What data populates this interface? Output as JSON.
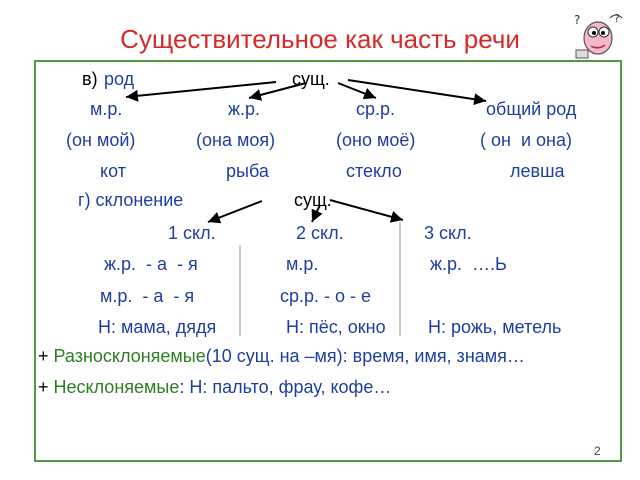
{
  "title": "Существительное как часть речи",
  "rod": {
    "heading_prefix": "в)",
    "heading_word": "род",
    "center": "сущ.",
    "genders": [
      "м.р.",
      "ж.р.",
      "ср.р.",
      "общий род"
    ],
    "pronouns": [
      "(он мой)",
      "(она моя)",
      "(оно моё)",
      "( он  и она)"
    ],
    "examples": [
      "кот",
      "рыба",
      "стекло",
      "левша"
    ]
  },
  "sklonenie": {
    "heading": "г) склонение",
    "center": "сущ.",
    "types": [
      "1 скл.",
      "2 скл.",
      "3 скл."
    ],
    "col1": [
      "ж.р.  - а  - я",
      "м.р.  - а  - я",
      "Н: мама, дядя"
    ],
    "col2": [
      "м.р.",
      "ср.р. - о - е",
      "Н: пёс, окно"
    ],
    "col3": [
      "ж.р.  ….Ь",
      "Н: рожь, метель"
    ]
  },
  "extra": {
    "raznoskl_plus": "+ ",
    "raznoskl_term": "Разносклоняемые",
    "raznoskl_rest": "(10 сущ. на –мя): время, имя, знамя…",
    "neskl_plus": "+ ",
    "neskl_term": "Несклоняемые",
    "neskl_rest": ": Н: пальто, фрау, кофе…"
  },
  "page_number": "2",
  "colors": {
    "title": "#d62a2a",
    "frame": "#4f9a3b",
    "term_blue": "#1f3fa0",
    "term_green": "#2e7d24"
  },
  "icons": {
    "clipart": "thinking-figure-clipart-icon"
  }
}
